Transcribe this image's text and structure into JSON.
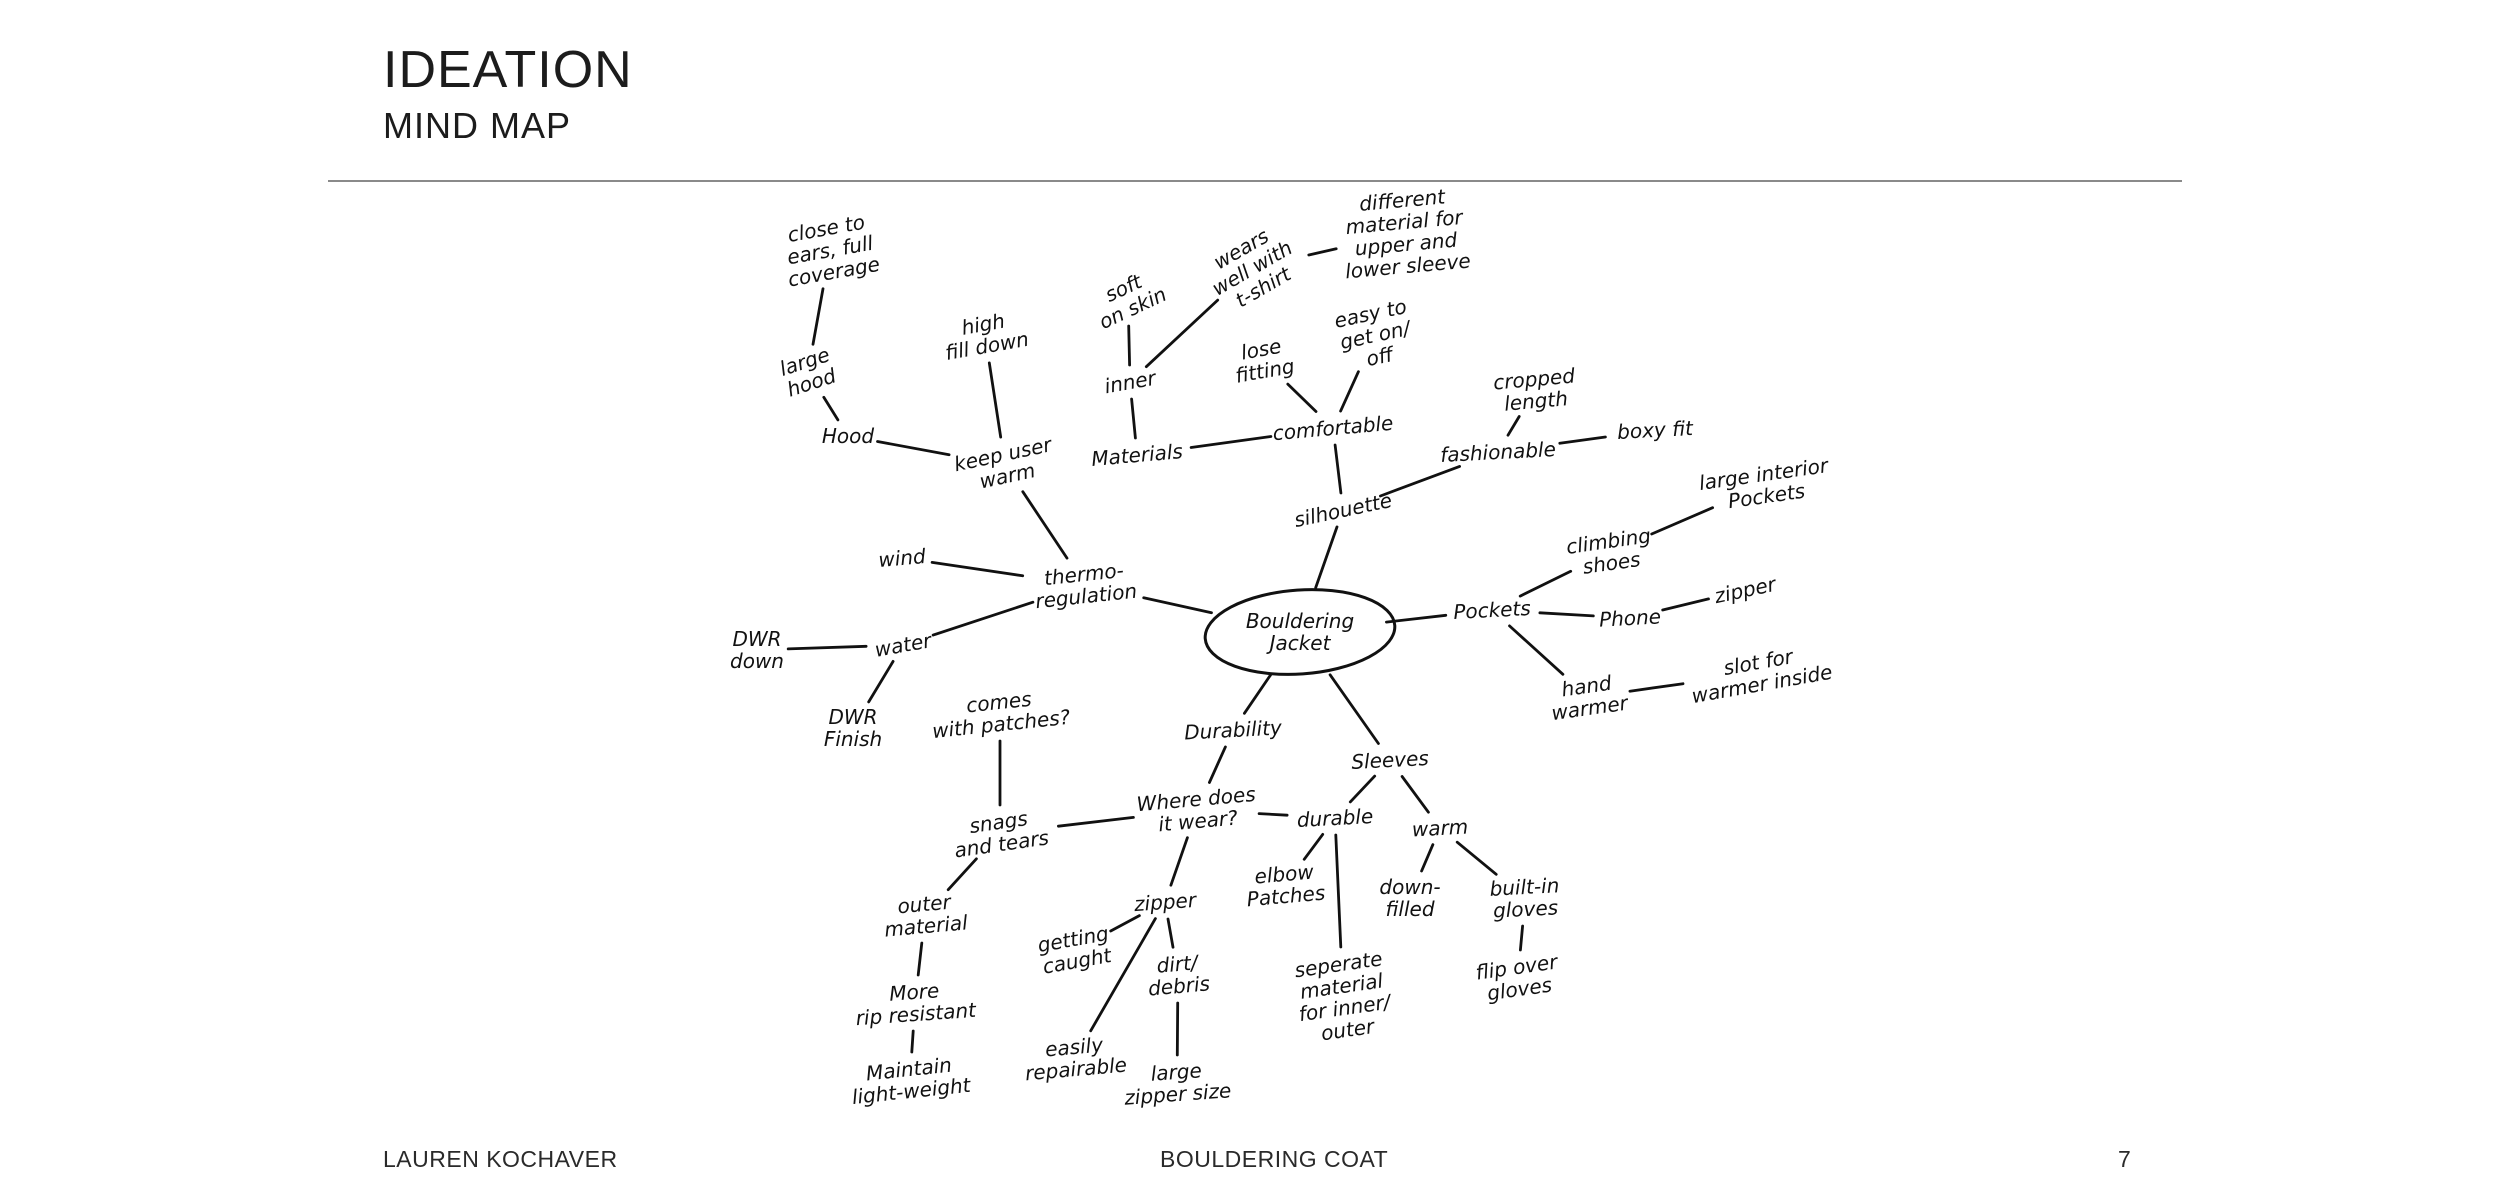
{
  "header": {
    "title": "IDEATION",
    "subtitle": "MIND MAP"
  },
  "footer": {
    "author": "LAUREN KOCHAVER",
    "project": "BOULDERING COAT",
    "page": "7"
  },
  "mind_map": {
    "center": {
      "id": "c",
      "lines": [
        "Bouldering",
        "Jacket"
      ]
    },
    "nodes": [
      {
        "id": "close",
        "lines": [
          "close to",
          "ears, full",
          "coverage"
        ]
      },
      {
        "id": "largehood",
        "lines": [
          "large",
          "hood"
        ]
      },
      {
        "id": "hood",
        "lines": [
          "Hood"
        ]
      },
      {
        "id": "highfill",
        "lines": [
          "high",
          "fill down"
        ]
      },
      {
        "id": "keepwarm",
        "lines": [
          "keep user",
          "warm"
        ]
      },
      {
        "id": "thermo",
        "lines": [
          "thermo-",
          "regulation"
        ]
      },
      {
        "id": "wind",
        "lines": [
          "wind"
        ]
      },
      {
        "id": "water",
        "lines": [
          "water"
        ]
      },
      {
        "id": "dwrdown",
        "lines": [
          "DWR",
          "down"
        ]
      },
      {
        "id": "dwrfinish",
        "lines": [
          "DWR",
          "Finish"
        ]
      },
      {
        "id": "soft",
        "lines": [
          "soft",
          "on skin"
        ]
      },
      {
        "id": "wears",
        "lines": [
          "wears",
          "well with",
          "t-shirt"
        ]
      },
      {
        "id": "different",
        "lines": [
          "different",
          "material for",
          "upper and",
          "lower sleeve"
        ]
      },
      {
        "id": "inner",
        "lines": [
          "inner"
        ]
      },
      {
        "id": "materials",
        "lines": [
          "Materials"
        ]
      },
      {
        "id": "lose",
        "lines": [
          "lose",
          "fitting"
        ]
      },
      {
        "id": "easy",
        "lines": [
          "easy to",
          "get on/",
          "off"
        ]
      },
      {
        "id": "comfortable",
        "lines": [
          "comfortable"
        ]
      },
      {
        "id": "silhouette",
        "lines": [
          "silhouette"
        ]
      },
      {
        "id": "fashionable",
        "lines": [
          "fashionable"
        ]
      },
      {
        "id": "cropped",
        "lines": [
          "cropped",
          "length"
        ]
      },
      {
        "id": "boxy",
        "lines": [
          "boxy fit"
        ]
      },
      {
        "id": "pockets",
        "lines": [
          "Pockets"
        ]
      },
      {
        "id": "climbing",
        "lines": [
          "climbing",
          "shoes"
        ]
      },
      {
        "id": "largeint",
        "lines": [
          "large interior",
          "Pockets"
        ]
      },
      {
        "id": "phone",
        "lines": [
          "Phone"
        ]
      },
      {
        "id": "zipper1",
        "lines": [
          "zipper"
        ]
      },
      {
        "id": "handwarmer",
        "lines": [
          "hand",
          "warmer"
        ]
      },
      {
        "id": "slot",
        "lines": [
          "slot for",
          "warmer inside"
        ]
      },
      {
        "id": "durability",
        "lines": [
          "Durability"
        ]
      },
      {
        "id": "where",
        "lines": [
          "Where does",
          "it wear?"
        ]
      },
      {
        "id": "comes",
        "lines": [
          "comes",
          "with patches?"
        ]
      },
      {
        "id": "snags",
        "lines": [
          "snags",
          "and tears"
        ]
      },
      {
        "id": "outer",
        "lines": [
          "outer",
          "material"
        ]
      },
      {
        "id": "morerip",
        "lines": [
          "More",
          "rip resistant"
        ]
      },
      {
        "id": "maintain",
        "lines": [
          "Maintain",
          "light-weight"
        ]
      },
      {
        "id": "zipper2",
        "lines": [
          "zipper"
        ]
      },
      {
        "id": "getting",
        "lines": [
          "getting",
          "caught"
        ]
      },
      {
        "id": "dirt",
        "lines": [
          "dirt/",
          "debris"
        ]
      },
      {
        "id": "easilyrep",
        "lines": [
          "easily",
          "repairable"
        ]
      },
      {
        "id": "largezip",
        "lines": [
          "large",
          "zipper size"
        ]
      },
      {
        "id": "sleeves",
        "lines": [
          "Sleeves"
        ]
      },
      {
        "id": "durable",
        "lines": [
          "durable"
        ]
      },
      {
        "id": "elbow",
        "lines": [
          "elbow",
          "Patches"
        ]
      },
      {
        "id": "seperate",
        "lines": [
          "seperate",
          "material",
          "for inner/",
          "outer"
        ]
      },
      {
        "id": "warm",
        "lines": [
          "warm"
        ]
      },
      {
        "id": "downfilled",
        "lines": [
          "down-",
          "filled"
        ]
      },
      {
        "id": "builtin",
        "lines": [
          "built-in",
          "gloves"
        ]
      },
      {
        "id": "flipover",
        "lines": [
          "flip over",
          "gloves"
        ]
      }
    ],
    "edges": [
      [
        "close",
        "largehood"
      ],
      [
        "largehood",
        "hood"
      ],
      [
        "hood",
        "keepwarm"
      ],
      [
        "highfill",
        "keepwarm"
      ],
      [
        "keepwarm",
        "thermo"
      ],
      [
        "wind",
        "thermo"
      ],
      [
        "water",
        "thermo"
      ],
      [
        "dwrdown",
        "water"
      ],
      [
        "water",
        "dwrfinish"
      ],
      [
        "thermo",
        "c"
      ],
      [
        "soft",
        "inner"
      ],
      [
        "inner",
        "materials"
      ],
      [
        "wears",
        "inner"
      ],
      [
        "wears",
        "different"
      ],
      [
        "materials",
        "comfortable"
      ],
      [
        "lose",
        "comfortable"
      ],
      [
        "easy",
        "comfortable"
      ],
      [
        "comfortable",
        "silhouette"
      ],
      [
        "silhouette",
        "fashionable"
      ],
      [
        "fashionable",
        "cropped"
      ],
      [
        "fashionable",
        "boxy"
      ],
      [
        "silhouette",
        "c"
      ],
      [
        "c",
        "pockets"
      ],
      [
        "pockets",
        "climbing"
      ],
      [
        "climbing",
        "largeint"
      ],
      [
        "pockets",
        "phone"
      ],
      [
        "phone",
        "zipper1"
      ],
      [
        "pockets",
        "handwarmer"
      ],
      [
        "handwarmer",
        "slot"
      ],
      [
        "c",
        "durability"
      ],
      [
        "durability",
        "where"
      ],
      [
        "where",
        "snags"
      ],
      [
        "comes",
        "snags"
      ],
      [
        "snags",
        "outer"
      ],
      [
        "outer",
        "morerip"
      ],
      [
        "morerip",
        "maintain"
      ],
      [
        "where",
        "zipper2"
      ],
      [
        "zipper2",
        "getting"
      ],
      [
        "zipper2",
        "dirt"
      ],
      [
        "zipper2",
        "easilyrep"
      ],
      [
        "dirt",
        "largezip"
      ],
      [
        "where",
        "durable"
      ],
      [
        "c",
        "sleeves"
      ],
      [
        "sleeves",
        "durable"
      ],
      [
        "durable",
        "elbow"
      ],
      [
        "durable",
        "seperate"
      ],
      [
        "sleeves",
        "warm"
      ],
      [
        "warm",
        "downfilled"
      ],
      [
        "warm",
        "builtin"
      ],
      [
        "builtin",
        "flipover"
      ]
    ]
  }
}
